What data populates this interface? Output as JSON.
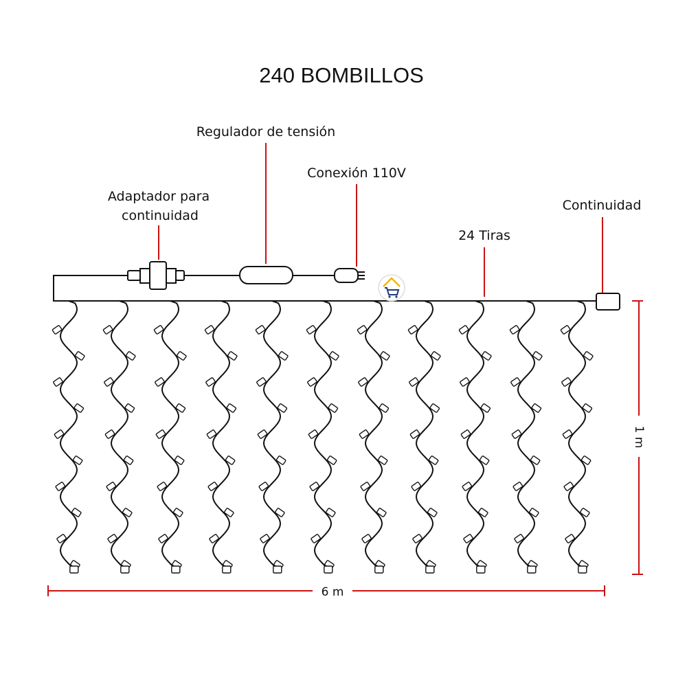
{
  "title": "240 BOMBILLOS",
  "labels": {
    "regulator": "Regulador de tensión",
    "connection": "Conexión 110V",
    "adapter_line1": "Adaptador para",
    "adapter_line2": "continuidad",
    "continuity": "Continuidad",
    "strips": "24 Tiras"
  },
  "dimensions": {
    "width": "6 m",
    "height": "1 m"
  },
  "colors": {
    "leader": "#cc1111",
    "line": "#111111",
    "logo_house": "#f2b705",
    "logo_cart": "#1f3a7a"
  },
  "icons": {
    "logo": "house-cart-logo-icon"
  }
}
